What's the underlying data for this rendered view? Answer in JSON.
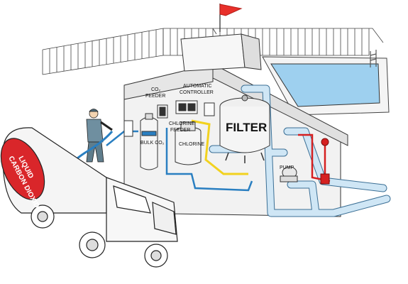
{
  "labels": {
    "co2_feeder_line1": "CO₂",
    "co2_feeder_line2": "FEEDER",
    "automatic_controller_line1": "AUTOMATIC",
    "automatic_controller_line2": "CONTROLLER",
    "chlorine_feeder_line1": "CHLORINE",
    "chlorine_feeder_line2": "FEEDER",
    "bulk_co2": "BULK CO₂",
    "chlorine": "CHLORINE",
    "filter": "FILTER",
    "pump": "PUMP"
  },
  "truck": {
    "tank_text_line1": "LIQUID",
    "tank_text_line2": "CARBON DIOXIDE"
  },
  "colors": {
    "pipe_water": "#cfe6f5",
    "pipe_water_outline": "#3b6f95",
    "line_co2": "#2a7fc1",
    "line_chlorine": "#f2d21f",
    "line_electric": "#d62020",
    "pool_water": "#9ed0ef",
    "flag": "#e8302a",
    "tank_red": "#d9262a",
    "worker_shirt": "#6f8fa0"
  }
}
